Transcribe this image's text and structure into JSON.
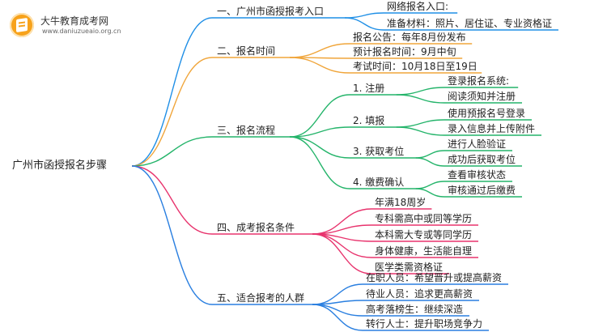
{
  "logo": {
    "name": "大牛教育成考网",
    "url": "www.daniuzueaio.org.cn",
    "icon": "book-icon"
  },
  "root": "广州市函授报名步骤",
  "branches": [
    {
      "label": "一、广州市函授报考入口",
      "color": "#1f8fe6",
      "children": [
        {
          "label": "网络报名入口:"
        },
        {
          "label": "准备材料：照片、居住证、专业资格证"
        }
      ]
    },
    {
      "label": "二、报名时间",
      "color": "#f0a53a",
      "children": [
        {
          "label": "报名公告：每年8月份发布"
        },
        {
          "label": "预计报名时间：9月中旬"
        },
        {
          "label": "考试时间：10月18日至19日"
        }
      ]
    },
    {
      "label": "三、报名流程",
      "color": "#24b46a",
      "children": [
        {
          "label": "1. 注册",
          "children": [
            {
              "label": "登录报名系统:"
            },
            {
              "label": "阅读须知并注册"
            }
          ]
        },
        {
          "label": "2. 填报",
          "children": [
            {
              "label": "使用预报名号登录"
            },
            {
              "label": "录入信息并上传附件"
            }
          ]
        },
        {
          "label": "3. 获取考位",
          "children": [
            {
              "label": "进行人脸验证"
            },
            {
              "label": "成功后获取考位"
            }
          ]
        },
        {
          "label": "4. 缴费确认",
          "children": [
            {
              "label": "查看审核状态"
            },
            {
              "label": "审核通过后缴费"
            }
          ]
        }
      ]
    },
    {
      "label": "四、成考报名条件",
      "color": "#e8336d",
      "children": [
        {
          "label": "年满18周岁"
        },
        {
          "label": "专科需高中或同等学历"
        },
        {
          "label": "本科需大专或等同学历"
        },
        {
          "label": "身体健康，生活能自理"
        },
        {
          "label": "医学类需资格证"
        }
      ]
    },
    {
      "label": "五、适合报考的人群",
      "color": "#2a7fe0",
      "children": [
        {
          "label": "在职人员：希望晋升或提高薪资"
        },
        {
          "label": "待业人员：追求更高薪资"
        },
        {
          "label": "高考落榜生：继续深造"
        },
        {
          "label": "转行人士：提升职场竞争力"
        }
      ]
    }
  ]
}
